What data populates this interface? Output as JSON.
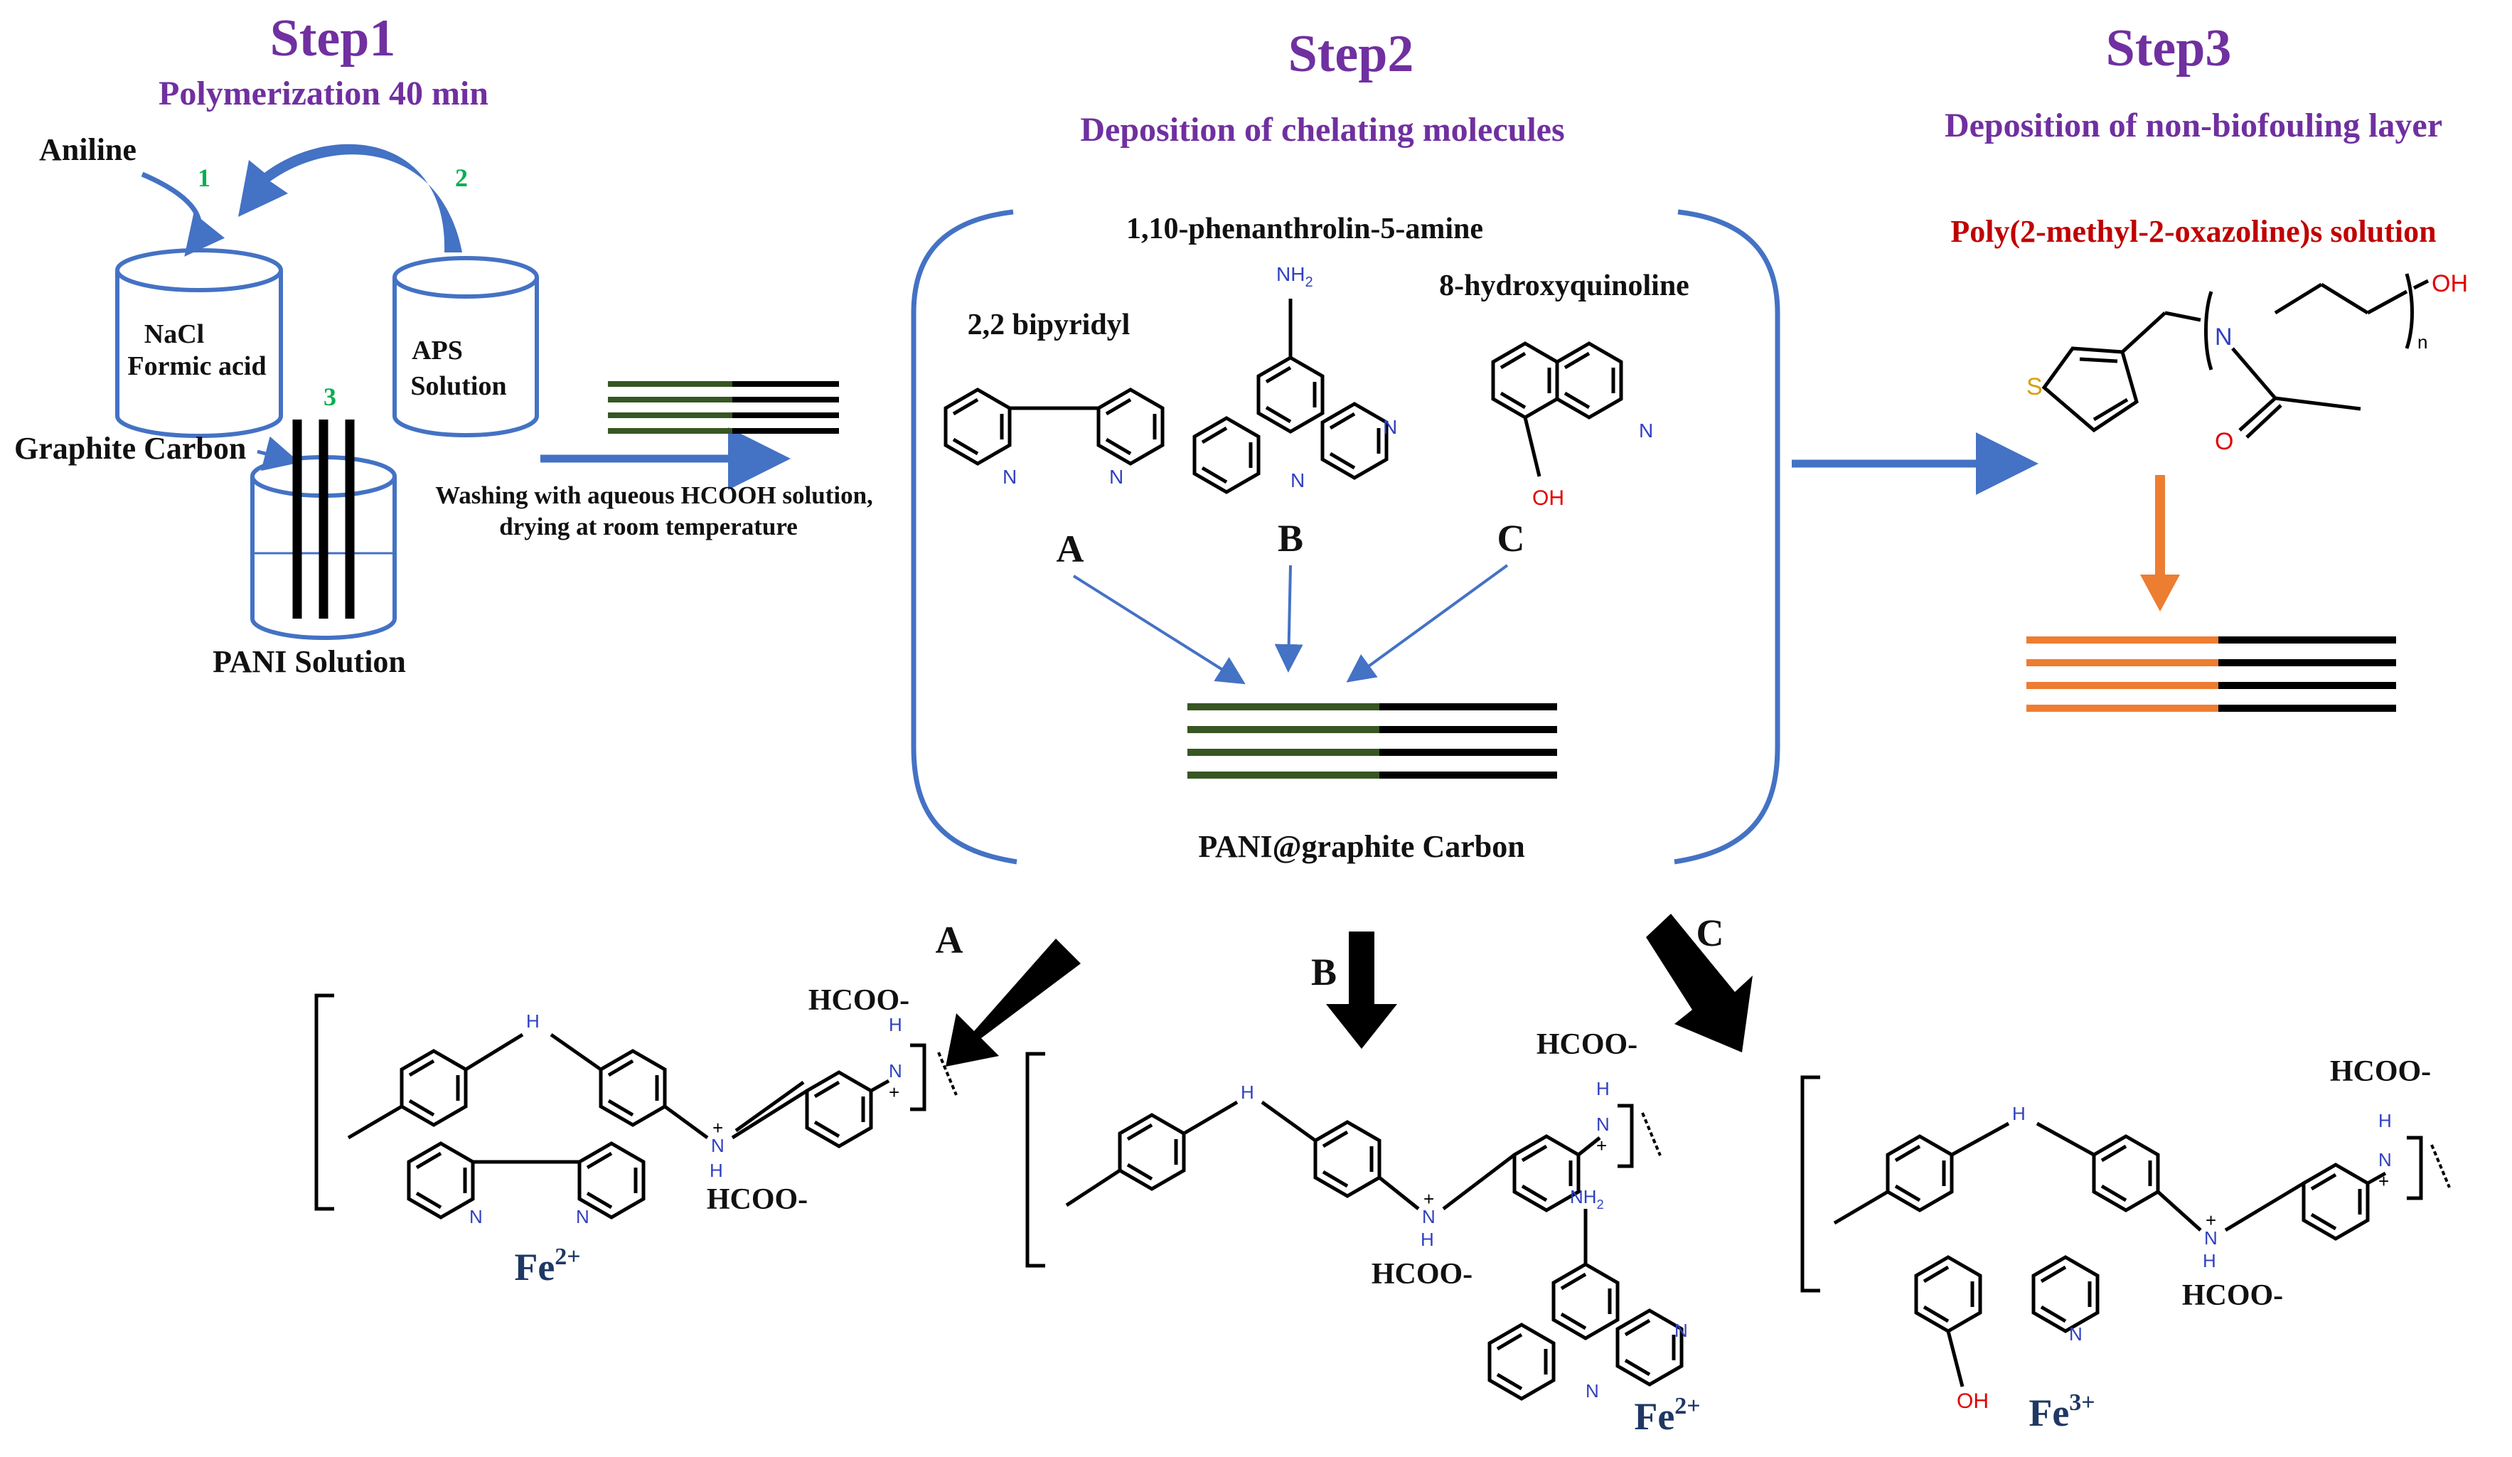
{
  "colors": {
    "purple": "#7030a0",
    "blue": "#4472c4",
    "green": "#375623",
    "black": "#000000",
    "orange": "#ed7d31",
    "red": "#c00000",
    "navy": "#1f3864",
    "teal_number": "#00b050",
    "nitrogen": "#3040c0",
    "oxygen": "#e00000",
    "sulfur": "#d4a000"
  },
  "step1": {
    "title": "Step1",
    "subtitle": "Polymerization 40 min",
    "aniline": "Aniline",
    "num1": "1",
    "num2": "2",
    "num3": "3",
    "beaker1_line1": "NaCl",
    "beaker1_line2": "Formic  acid",
    "beaker2_line1": "APS",
    "beaker2_line2": "Solution",
    "graphite": "Graphite Carbon",
    "pani_solution": "PANI Solution",
    "wash_line1": "Washing with aqueous HCOOH solution,",
    "wash_line2": "drying at room temperature"
  },
  "step2": {
    "title": "Step2",
    "subtitle": "Deposition of chelating molecules",
    "phen_name": "1,10-phenanthrolin-5-amine",
    "bipy_name": "2,2 bipyridyl",
    "hq_name": "8-hydroxyquinoline",
    "letter_a": "A",
    "letter_b": "B",
    "letter_c": "C",
    "pani_graphite": "PANI@graphite  Carbon"
  },
  "step3": {
    "title": "Step3",
    "subtitle": "Deposition of non-biofouling layer",
    "solution": "Poly(2-methyl-2-oxazoline)s  solution"
  },
  "atoms": {
    "n": "N",
    "nh": "H",
    "nh2": "NH",
    "nh2_sub": "2",
    "oh": "OH",
    "s": "S",
    "o": "O",
    "plus": "+",
    "n_sub": "n"
  },
  "products": {
    "letter_a": "A",
    "letter_b": "B",
    "letter_c": "C",
    "formate": "HCOO-",
    "fe2_base": "Fe",
    "fe2_charge": "2+",
    "fe3_base": "Fe",
    "fe3_charge": "3+"
  }
}
